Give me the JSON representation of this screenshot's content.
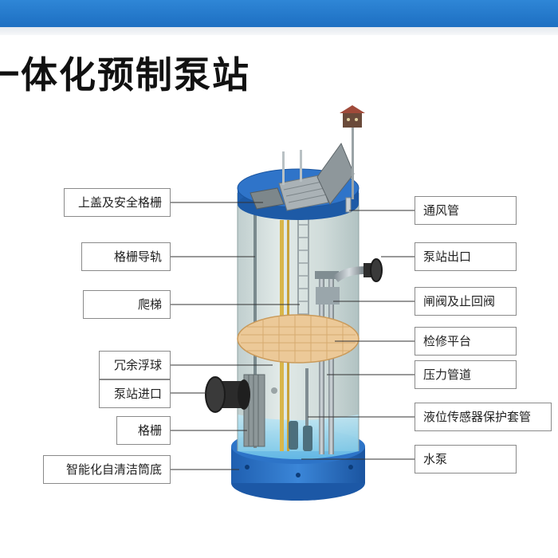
{
  "title": "一体化预制泵站",
  "labels_left": [
    "上盖及安全格栅",
    "格栅导轨",
    "爬梯",
    "冗余浮球",
    "泵站进口",
    "格栅",
    "智能化自清洁筒底"
  ],
  "labels_right": [
    "通风管",
    "泵站出口",
    "闸阀及止回阀",
    "检修平台",
    "压力管道",
    "液位传感器保护套管",
    "水泵"
  ]
}
